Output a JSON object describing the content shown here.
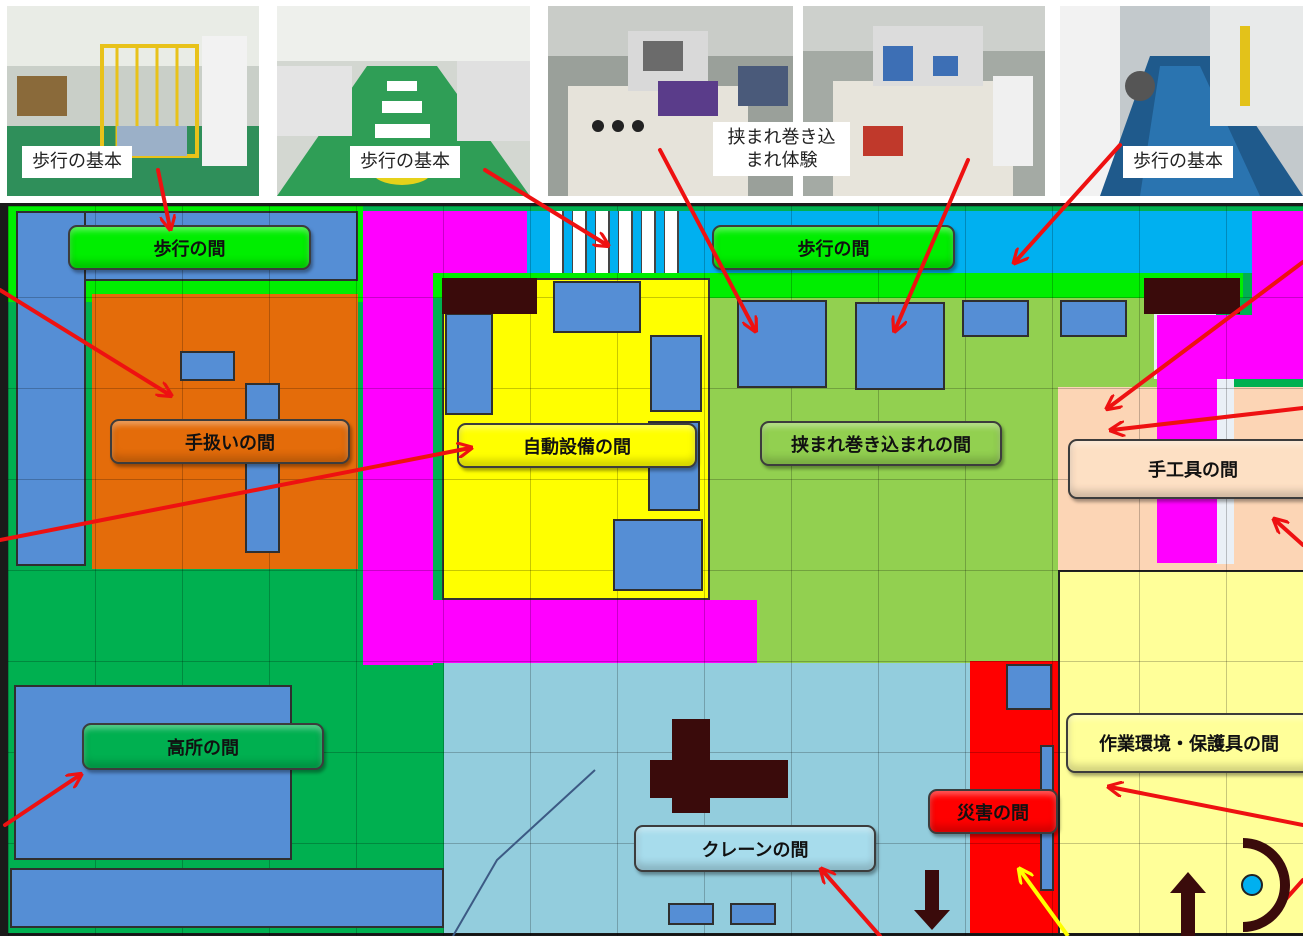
{
  "photo_captions": {
    "walk_1": "歩行の基本",
    "walk_2": "歩行の基本",
    "pinch": "挟まれ巻き込まれ体験",
    "walk_3": "歩行の基本"
  },
  "zones": {
    "walking_left": "歩行の間",
    "walking_top": "歩行の間",
    "handling": "手扱いの間",
    "automation": "自動設備の間",
    "pinch": "挟まれ巻き込まれの間",
    "hand_tools": "手工具の間",
    "heights": "高所の間",
    "crane": "クレーンの間",
    "disaster": "災害の間",
    "environment": "作業環境・保護具の間"
  },
  "colors": {
    "walking": "#00ee00",
    "walkway_blue": "#00b0f0",
    "handling": "#e46c0a",
    "automation": "#ffff00",
    "pinch": "#92d050",
    "hand_tools": "#fcd5b5",
    "heights": "#00b050",
    "crane": "#93cddd",
    "disaster": "#ff0000",
    "environment": "#ffff99",
    "partition": "#ff00ff",
    "equipment": "#558ed5",
    "arrow": "#ee1111"
  }
}
